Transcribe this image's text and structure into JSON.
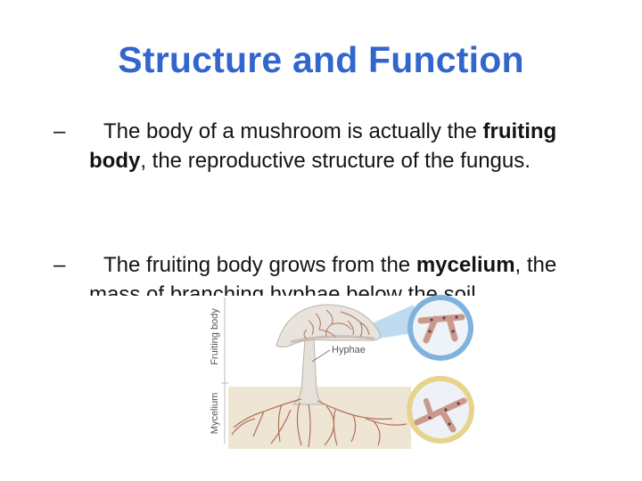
{
  "title": "Structure and Function",
  "bullets": [
    {
      "dash": "–",
      "text_before": "The body of a mushroom is actually the ",
      "bold": "fruiting body",
      "text_after": ", the reproductive structure of the fungus."
    },
    {
      "dash": "–",
      "text_before": "The fruiting body grows from the ",
      "bold": "mycelium",
      "text_after": ", the mass of branching hyphae below the soil."
    }
  ],
  "figure": {
    "label_fruiting_body": "Fruiting body",
    "label_mycelium": "Mycelium",
    "label_hyphae": "Hyphae",
    "colors": {
      "mushroom": "#e8e2dc",
      "mushroom_shade": "#c9bfb6",
      "hyphae": "#b0705a",
      "soil": "#e9dcc7",
      "inset_top_ring": "#7fb2dc",
      "inset_top_fill": "#e8f1f8",
      "inset_bottom_ring": "#e6d48c",
      "inset_bottom_fill": "#eef1f5",
      "beam": "#9cc6e6"
    }
  }
}
